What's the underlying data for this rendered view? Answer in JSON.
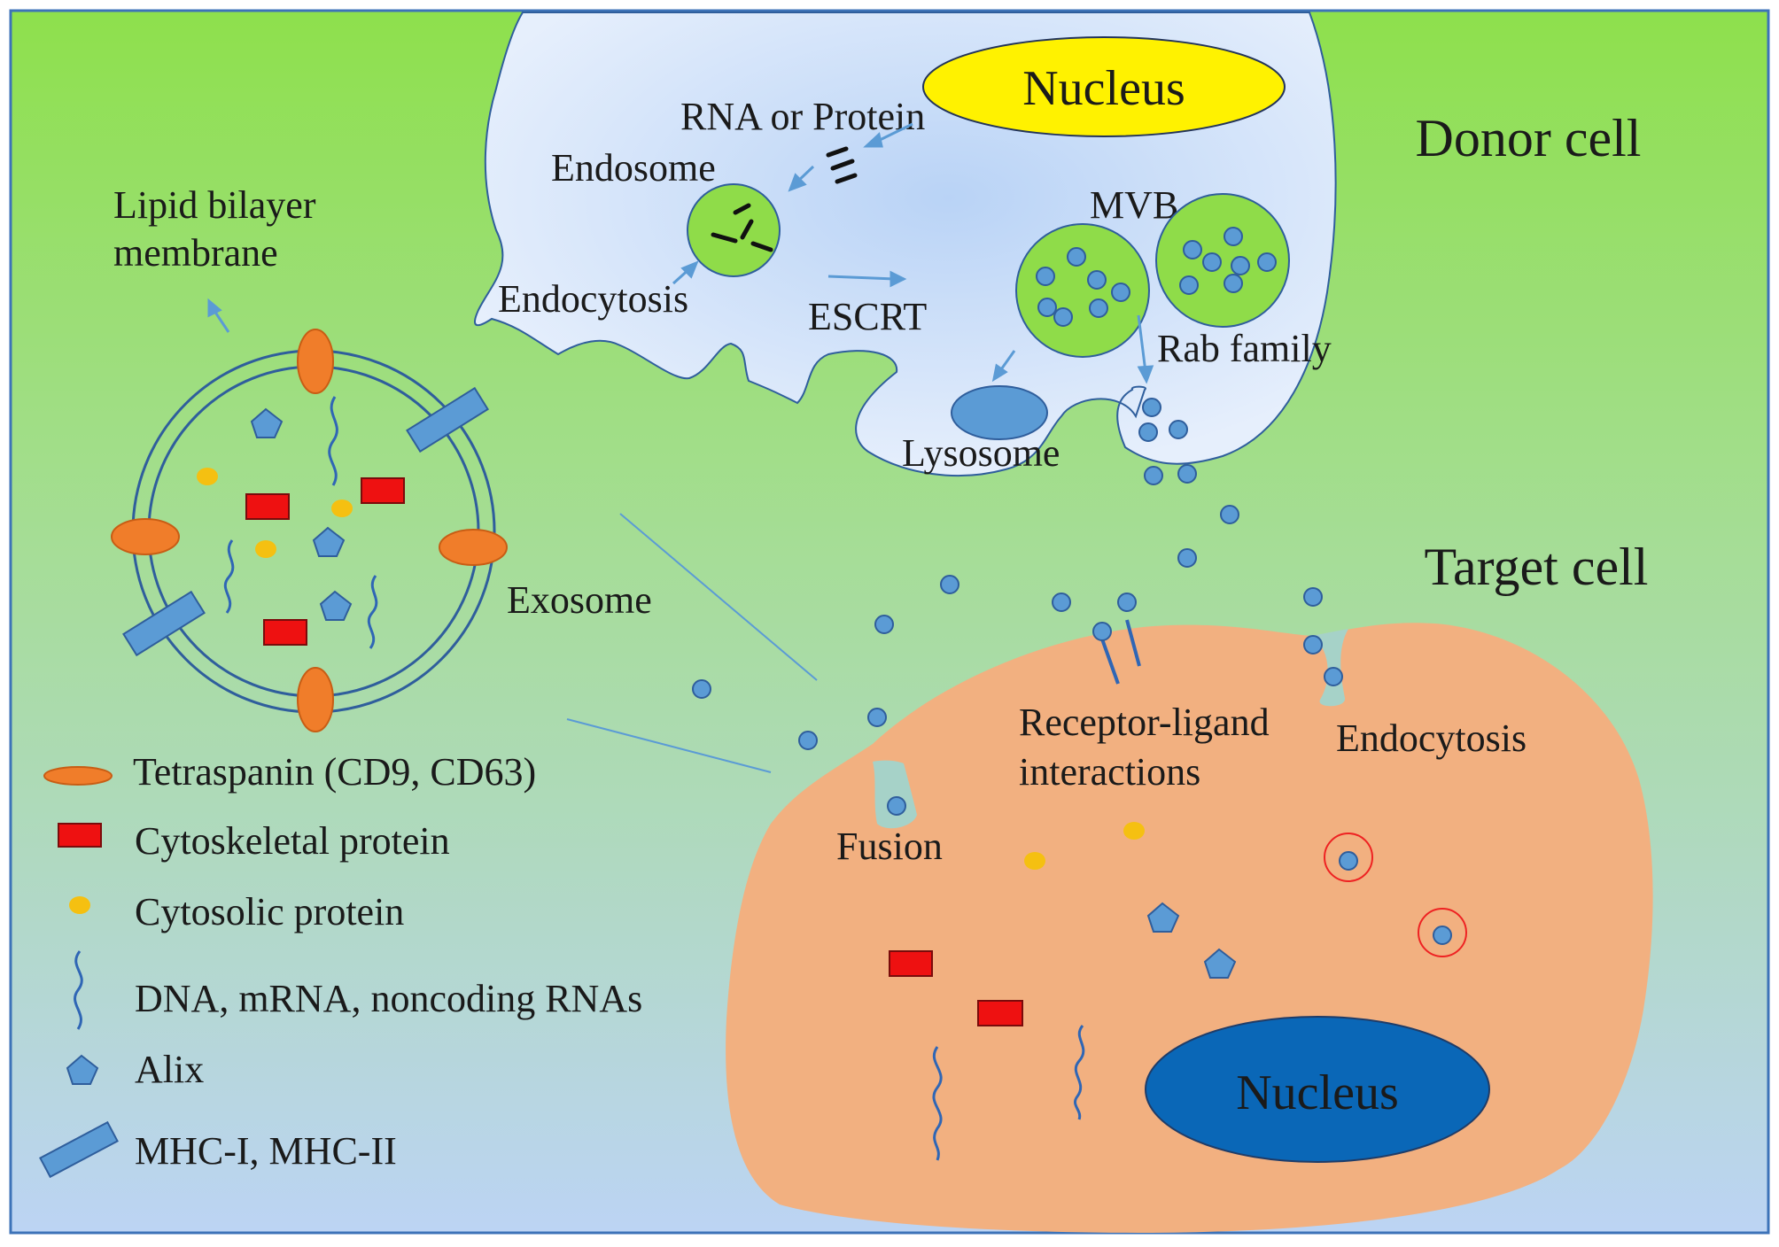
{
  "donor_cell": {
    "title": "Donor cell",
    "nucleus": "Nucleus",
    "rna_or_protein": "RNA or Protein",
    "endosome": "Endosome",
    "endocytosis": "Endocytosis",
    "escrt": "ESCRT",
    "mvb": "MVB",
    "rab_family": "Rab family",
    "lysosome": "Lysosome"
  },
  "target_cell": {
    "title": "Target cell",
    "nucleus": "Nucleus",
    "receptor_ligand_line1": "Receptor-ligand",
    "receptor_ligand_line2": "interactions",
    "endocytosis": "Endocytosis",
    "fusion": "Fusion"
  },
  "exosome": {
    "label": "Exosome",
    "membrane_line1": "Lipid bilayer",
    "membrane_line2": "membrane"
  },
  "legend": [
    {
      "icon": "tetraspanin-icon",
      "label": "Tetraspanin (CD9, CD63)"
    },
    {
      "icon": "cytoskeletal-protein-icon",
      "label": "Cytoskeletal protein"
    },
    {
      "icon": "cytosolic-protein-icon",
      "label": "Cytosolic protein"
    },
    {
      "icon": "nucleic-acid-icon",
      "label": "DNA, mRNA, noncoding RNAs"
    },
    {
      "icon": "alix-icon",
      "label": "Alix"
    },
    {
      "icon": "mhc-icon",
      "label": "MHC-I,  MHC-II"
    }
  ],
  "colors": {
    "background_top": "#8ee04c",
    "background_bottom": "#bcd4f4",
    "donor_cell": "#dce8fb",
    "target_cell": "#f2b080",
    "donor_nucleus": "#fff200",
    "target_nucleus": "#0a67b7",
    "vesicle_fill": "#8fdc49",
    "exosome_particle": "#5b9bd5",
    "tetraspanin": "#f07d2a",
    "cytoskeletal_protein": "#ee1111",
    "cytosolic_protein": "#f5c011",
    "alix": "#5b9bd5"
  }
}
